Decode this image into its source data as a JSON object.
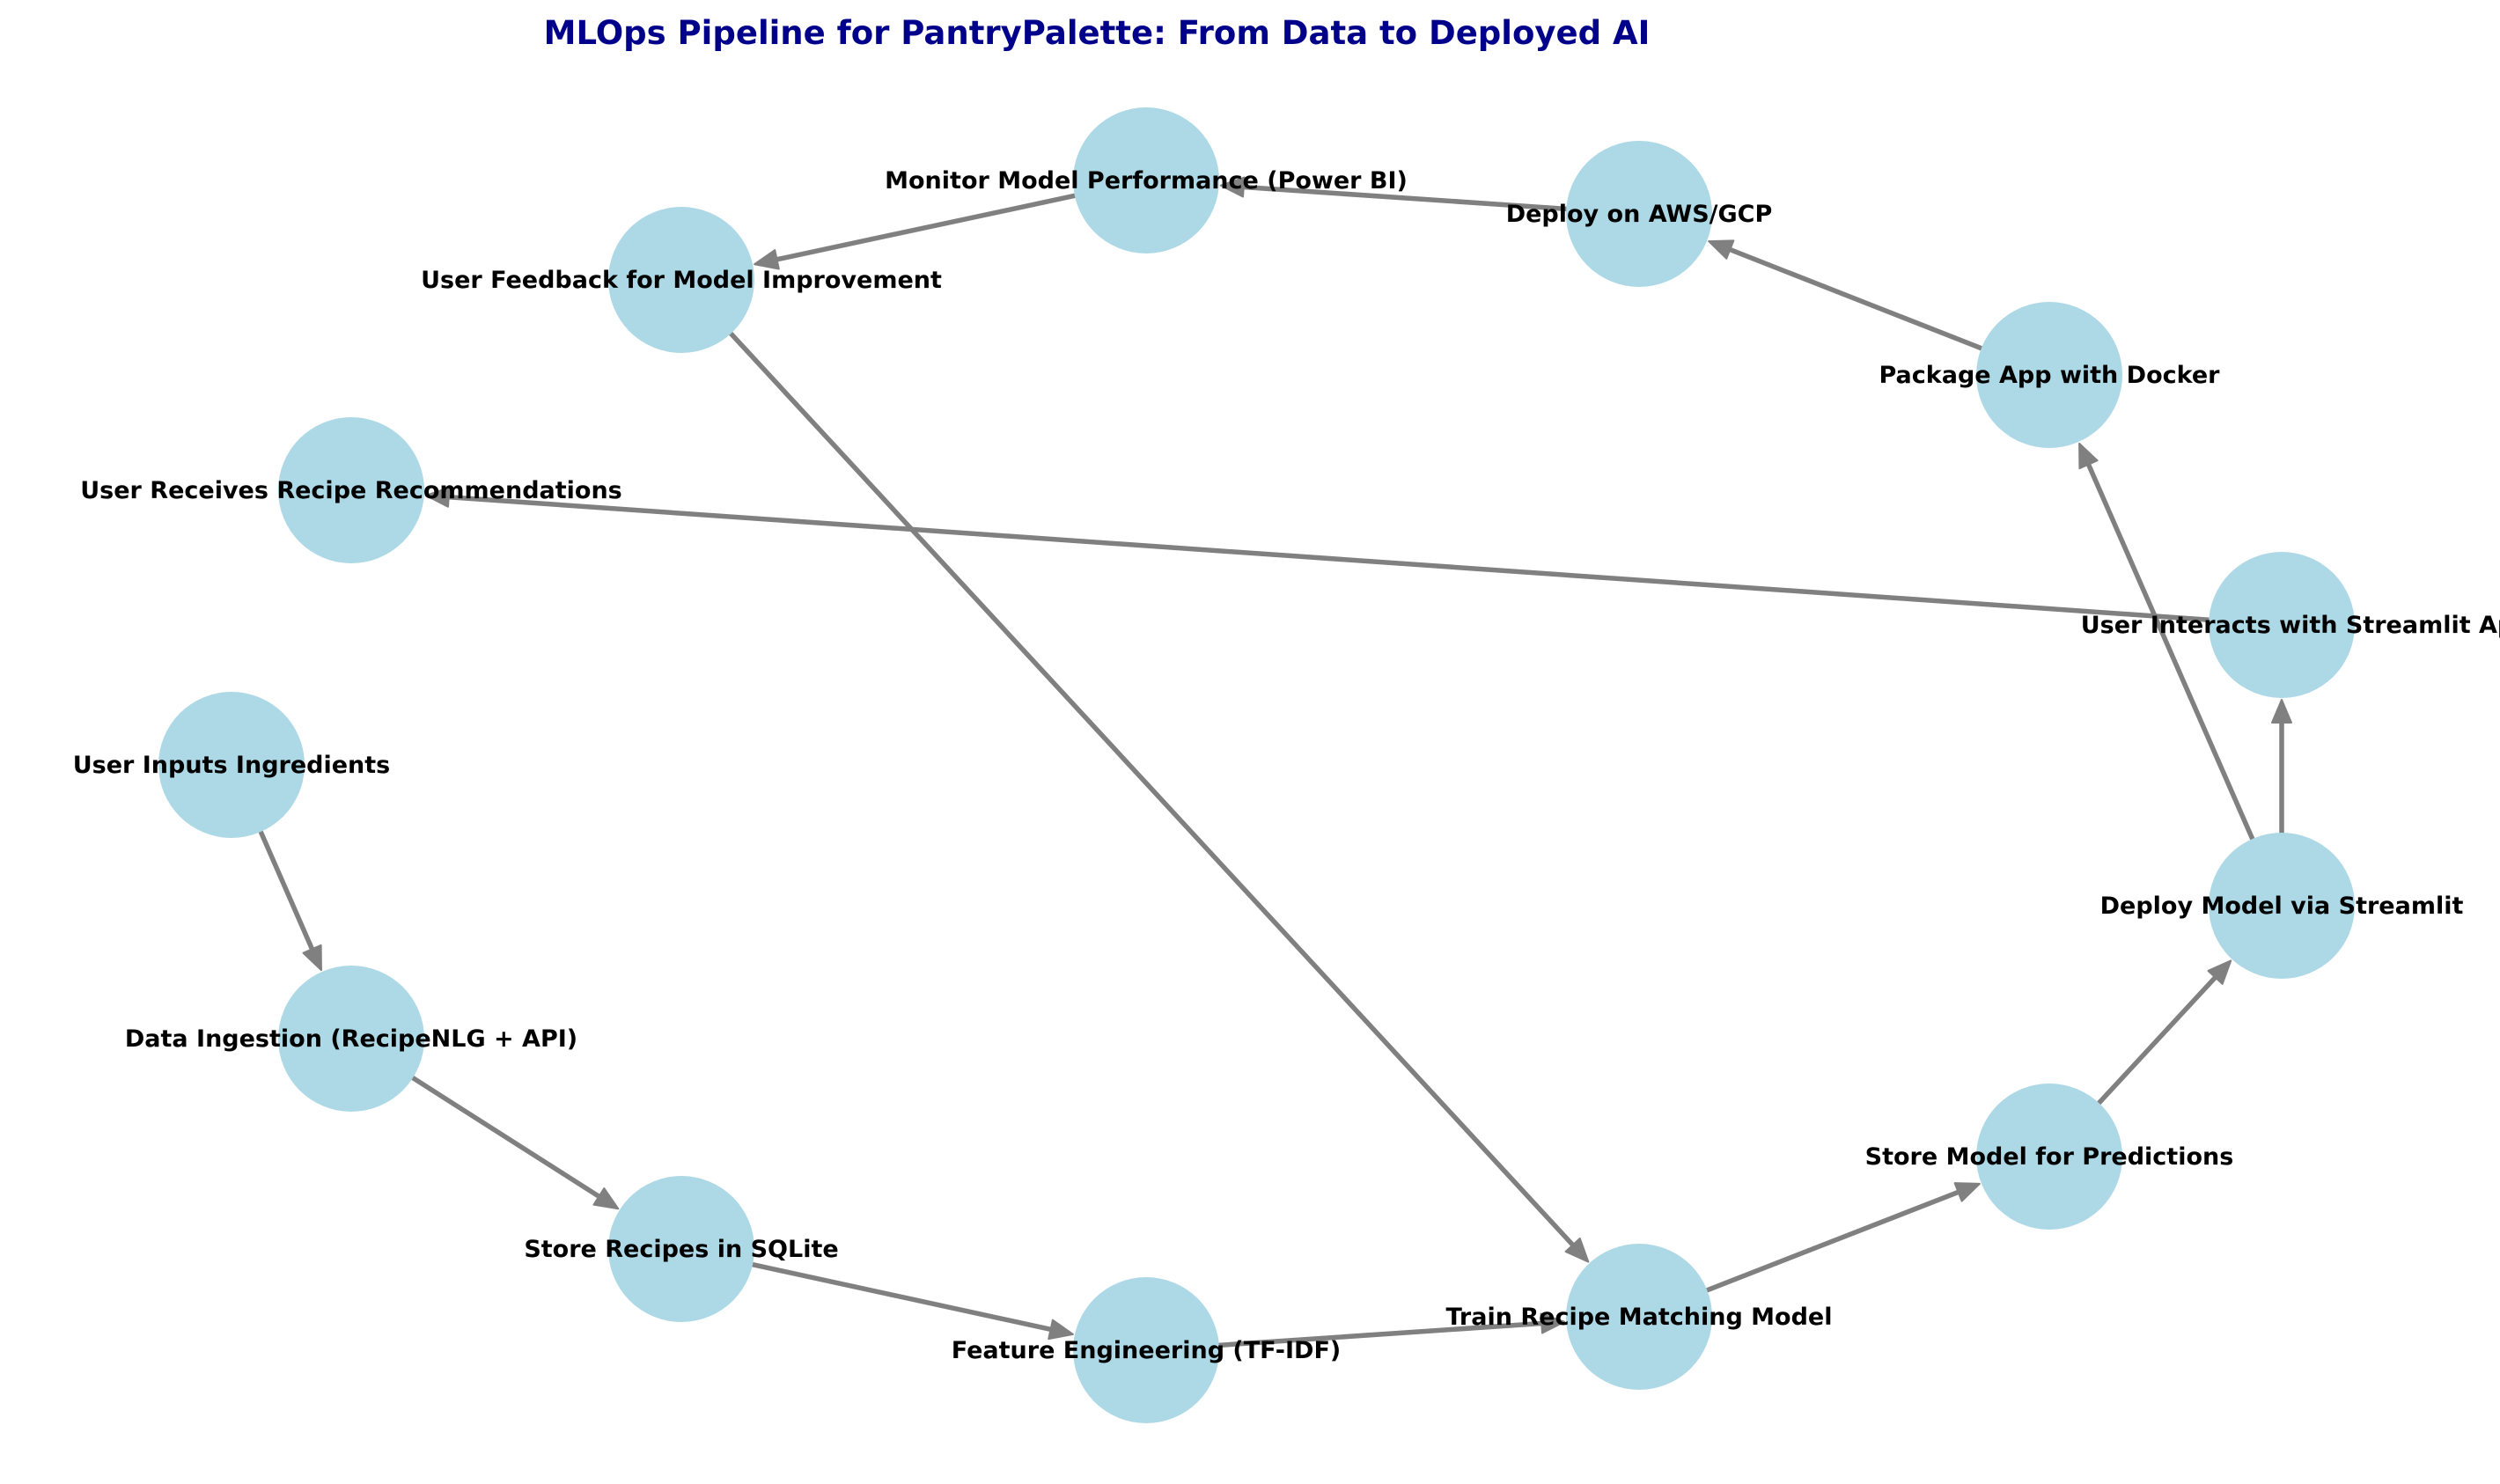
{
  "title": "MLOps Pipeline for PantryPalette: From Data to Deployed AI",
  "colors": {
    "title": "#00008b",
    "node_fill": "#add8e6",
    "edge": "#808080",
    "label": "#000000"
  },
  "nodes": [
    {
      "id": "user_inputs",
      "label": "User Inputs Ingredients"
    },
    {
      "id": "data_ingestion",
      "label": "Data Ingestion (RecipeNLG + API)"
    },
    {
      "id": "store_sqlite",
      "label": "Store Recipes in SQLite"
    },
    {
      "id": "feature_eng",
      "label": "Feature Engineering (TF-IDF)"
    },
    {
      "id": "train_model",
      "label": "Train Recipe Matching Model"
    },
    {
      "id": "store_model",
      "label": "Store Model for Predictions"
    },
    {
      "id": "deploy_streamlit",
      "label": "Deploy Model via Streamlit"
    },
    {
      "id": "user_interacts",
      "label": "User Interacts with Streamlit Ap"
    },
    {
      "id": "package_docker",
      "label": "Package App with Docker"
    },
    {
      "id": "deploy_cloud",
      "label": "Deploy on AWS/GCP"
    },
    {
      "id": "monitor",
      "label": "Monitor Model Performance (Power BI)"
    },
    {
      "id": "user_feedback",
      "label": "User Feedback for Model Improvement"
    },
    {
      "id": "user_receives",
      "label": "User Receives Recipe Recommendations"
    }
  ],
  "edges": [
    {
      "from": "user_inputs",
      "to": "data_ingestion"
    },
    {
      "from": "data_ingestion",
      "to": "store_sqlite"
    },
    {
      "from": "store_sqlite",
      "to": "feature_eng"
    },
    {
      "from": "feature_eng",
      "to": "train_model"
    },
    {
      "from": "train_model",
      "to": "store_model"
    },
    {
      "from": "store_model",
      "to": "deploy_streamlit"
    },
    {
      "from": "deploy_streamlit",
      "to": "user_interacts"
    },
    {
      "from": "user_interacts",
      "to": "user_receives"
    },
    {
      "from": "deploy_streamlit",
      "to": "package_docker"
    },
    {
      "from": "package_docker",
      "to": "deploy_cloud"
    },
    {
      "from": "deploy_cloud",
      "to": "monitor"
    },
    {
      "from": "monitor",
      "to": "user_feedback"
    },
    {
      "from": "user_feedback",
      "to": "train_model"
    }
  ]
}
